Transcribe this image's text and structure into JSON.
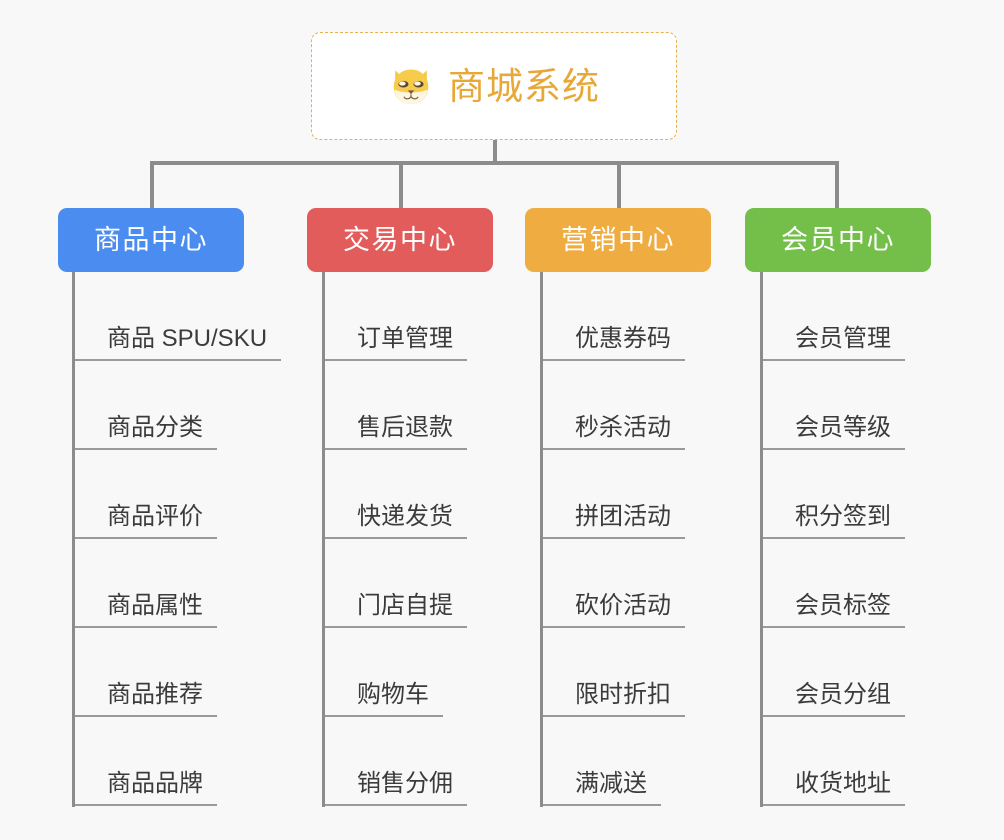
{
  "diagram": {
    "type": "mindmap-tree",
    "background_color": "#f8f8f8",
    "connector_color": "#8c8c8c",
    "leaf_text_color": "#3b3b3b"
  },
  "root": {
    "title": "商城系统",
    "icon": "shiba-dog-face-icon",
    "text_color": "#e8a838",
    "border_color": "#e8b04b",
    "background_color": "#ffffff"
  },
  "categories": [
    {
      "label": "商品中心",
      "color": "#4a8cf0",
      "items": [
        "商品 SPU/SKU",
        "商品分类",
        "商品评价",
        "商品属性",
        "商品推荐",
        "商品品牌"
      ]
    },
    {
      "label": "交易中心",
      "color": "#e25c5c",
      "items": [
        "订单管理",
        "售后退款",
        "快递发货",
        "门店自提",
        "购物车",
        "销售分佣"
      ]
    },
    {
      "label": "营销中心",
      "color": "#eeac41",
      "items": [
        "优惠券码",
        "秒杀活动",
        "拼团活动",
        "砍价活动",
        "限时折扣",
        "满减送"
      ]
    },
    {
      "label": "会员中心",
      "color": "#74bf4a",
      "items": [
        "会员管理",
        "会员等级",
        "积分签到",
        "会员标签",
        "会员分组",
        "收货地址"
      ]
    }
  ]
}
